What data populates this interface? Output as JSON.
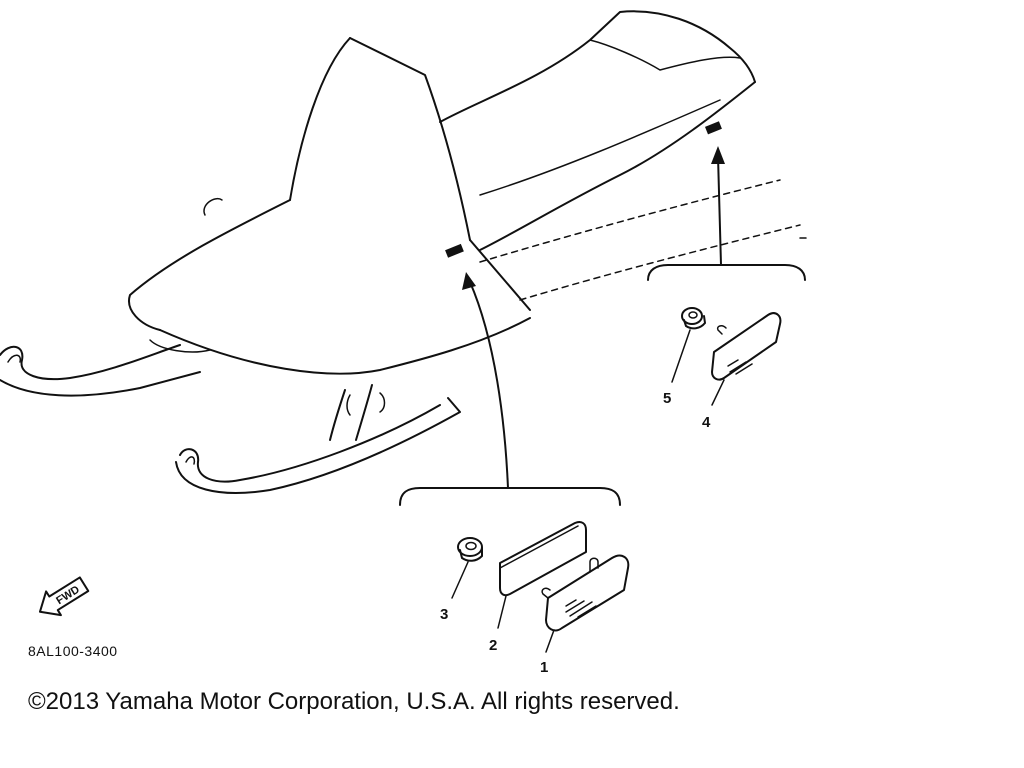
{
  "diagram": {
    "callouts": [
      {
        "id": "1",
        "label": "1"
      },
      {
        "id": "2",
        "label": "2"
      },
      {
        "id": "3",
        "label": "3"
      },
      {
        "id": "4",
        "label": "4"
      },
      {
        "id": "5",
        "label": "5"
      }
    ],
    "fwd_label": "FWD",
    "diagram_code": "8AL100-3400"
  },
  "footer": {
    "copyright": "©2013 Yamaha Motor Corporation, U.S.A. All rights reserved."
  },
  "colors": {
    "ink": "#111111",
    "background": "#ffffff"
  }
}
